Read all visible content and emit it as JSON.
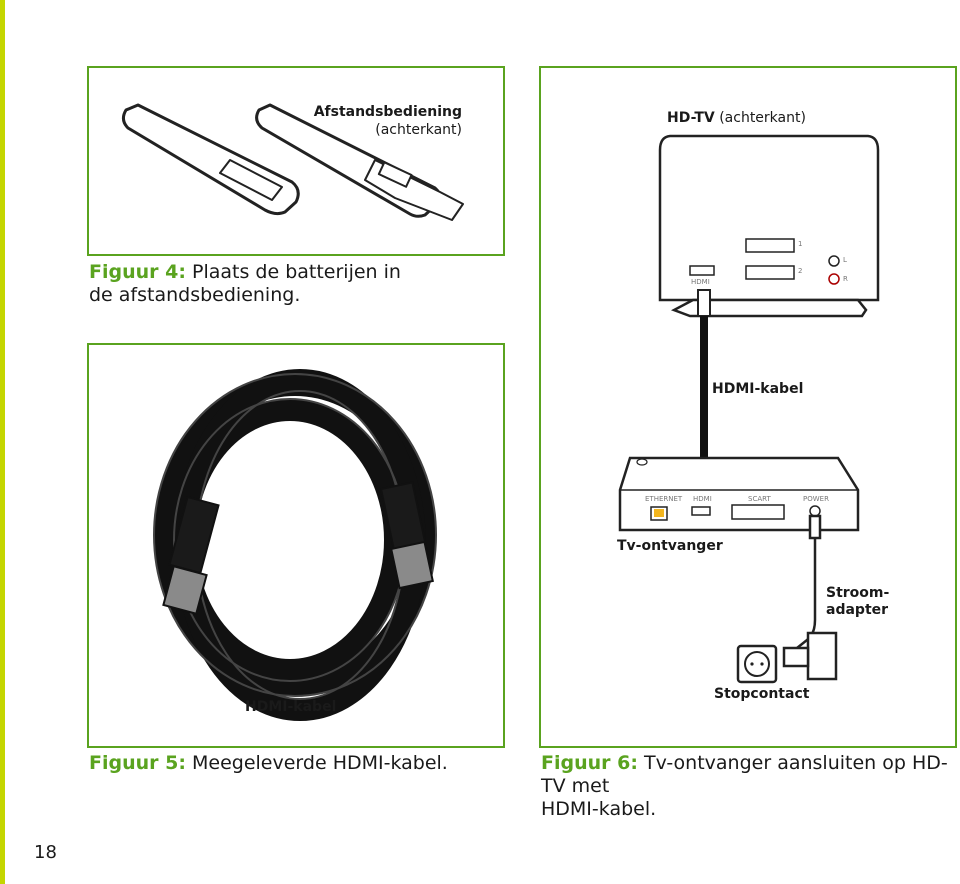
{
  "page_number": "18",
  "figure4": {
    "label_title": "Afstandsbediening",
    "label_sub": "(achterkant)",
    "caption_fig": "Figuur 4:",
    "caption_text_line1": "Plaats de batterijen in",
    "caption_text_line2": "de afstandsbediening."
  },
  "figure5": {
    "cable_label": "HDMI-kabel",
    "caption_fig": "Figuur 5:",
    "caption_text": "Meegeleverde HDMI-kabel."
  },
  "figure6": {
    "tv_title": "HD-TV",
    "tv_sub": "(achterkant)",
    "tv_port_hdmi": "HDMI",
    "tv_port_1": "1",
    "tv_port_2": "2",
    "tv_port_l": "L",
    "tv_port_r": "R",
    "cable_label": "HDMI-kabel",
    "receiver_ports": [
      "ETHERNET",
      "HDMI",
      "SCART",
      "POWER"
    ],
    "receiver_label": "Tv-ontvanger",
    "adapter_label_line1": "Stroom-",
    "adapter_label_line2": "adapter",
    "socket_label": "Stopcontact",
    "caption_fig": "Figuur 6:",
    "caption_text_line1": "Tv-ontvanger aansluiten op HD-TV met",
    "caption_text_line2": "HDMI-kabel."
  },
  "colors": {
    "accent_green": "#5aa31f",
    "left_rule": "#c4d600"
  }
}
